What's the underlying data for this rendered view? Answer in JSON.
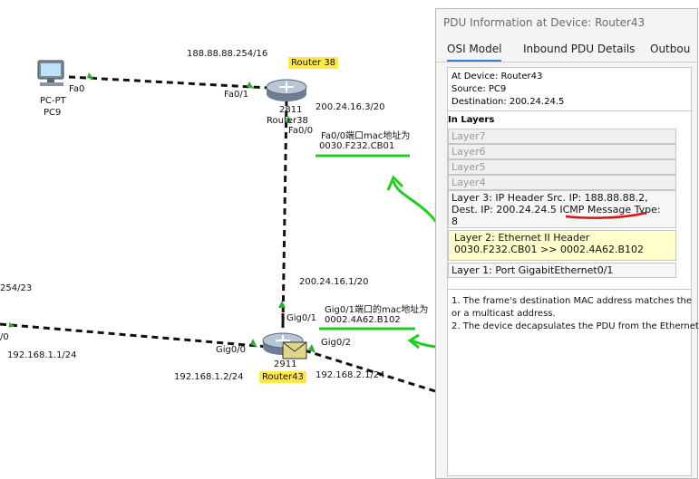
{
  "topology": {
    "pc": {
      "name": "PC-PT",
      "name2": "PC9",
      "port": "Fa0"
    },
    "router38": {
      "model": "2811",
      "name": "Router38",
      "callout": "Router 38",
      "port_fa01": "Fa0/1",
      "port_fa00": "Fa0/0"
    },
    "router43": {
      "model": "2911",
      "name": "Router43",
      "port_gig00": "Gig0/0",
      "port_gig01": "Gig0/1",
      "port_gig02": "Gig0/2"
    },
    "labels": {
      "ip_top": "188.88.88.254/16",
      "ip_r38_fa00": "200.24.16.3/20",
      "ip_r43_gig01": "200.24.16.1/20",
      "ip_left_net": "254/23",
      "ip_left_port": "/0",
      "ip_192_1_1": "192.168.1.1/24",
      "ip_192_1_2": "192.168.1.2/24",
      "ip_192_2_1": "192.168.2.1/24"
    },
    "notes": {
      "fa00_line1": "Fa0/0端口mac地址为",
      "fa00_line2": "0030.F232.CB01",
      "gig01_line1": "Gig0/1端口的mac地址为",
      "gig01_line2": "0002.4A62.B102"
    }
  },
  "pdu_window": {
    "title": "PDU Information at Device: Router43",
    "tabs": [
      "OSI Model",
      "Inbound PDU Details",
      "Outbou"
    ],
    "info": {
      "device": "At Device: Router43",
      "source": "Source: PC9",
      "destination": "Destination: 200.24.24.5"
    },
    "in_layers_label": "In Layers",
    "layers": {
      "l7": "Layer7",
      "l6": "Layer6",
      "l5": "Layer5",
      "l4": "Layer4",
      "l3_line1": "Layer 3: IP Header Src. IP: 188.88.88.2,",
      "l3_line2": "Dest. IP: 200.24.24.5 ICMP Message Type:",
      "l3_line3": "8",
      "l2_line1": "Layer 2: Ethernet II Header",
      "l2_line2": "0030.F232.CB01 >> 0002.4A62.B102",
      "l1": "Layer 1: Port GigabitEthernet0/1"
    },
    "description": {
      "line1": "1. The frame's destination MAC address matches the",
      "line2": "or a multicast address.",
      "line3": "2. The device decapsulates the PDU from the Ethernet"
    }
  },
  "colors": {
    "annotation_green": "#22cc22",
    "annotation_red": "#dd1111",
    "highlight_yellow": "#ffe84d",
    "selected_layer": "#ffffcc",
    "link_triangle": "#33aa33"
  }
}
